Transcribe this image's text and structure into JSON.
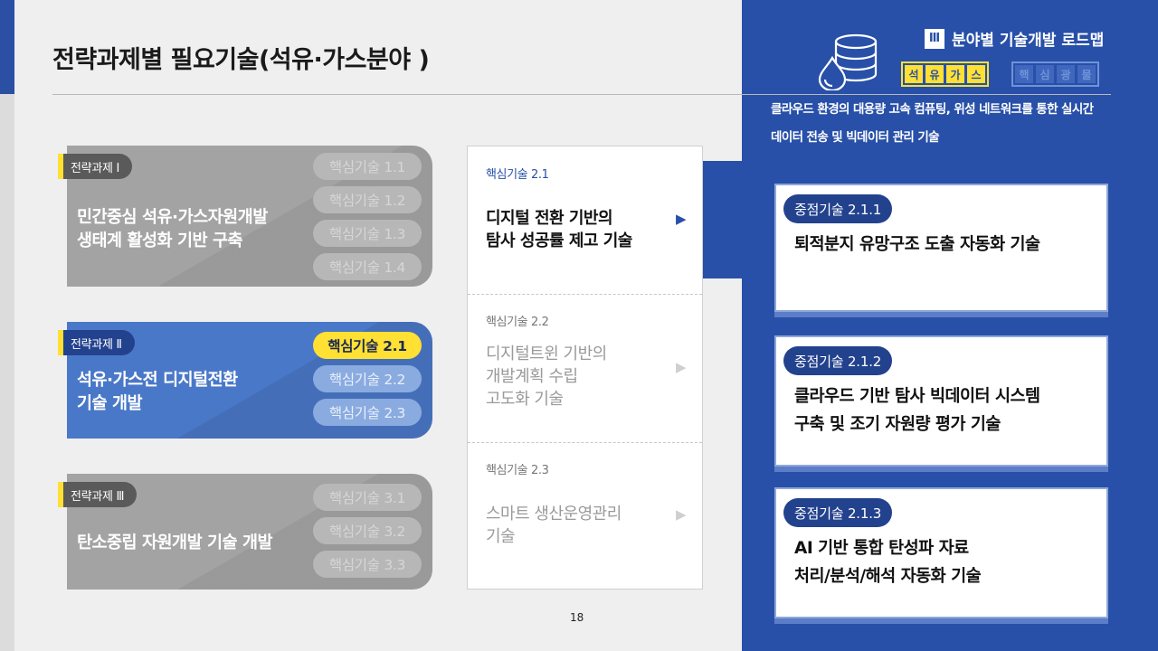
{
  "page": {
    "title": "전략과제별 필요기술(석유·가스분야 )",
    "page_number": "18"
  },
  "header": {
    "roman": "Ⅲ",
    "roadmap_title": "분야별 기술개발 로드맵",
    "active_tag": [
      "석",
      "유",
      "가",
      "스"
    ],
    "inactive_tag": [
      "핵",
      "심",
      "광",
      "물"
    ],
    "description_line1": "클라우드 환경의 대용량 고속 컴퓨팅, 위성 네트워크를 통한 실시간",
    "description_line2": "데이터 전송 및 빅데이터 관리 기술",
    "icon": "oil-drum-icon",
    "colors": {
      "brand_blue": "#2850a8",
      "accent_yellow": "#ffe033"
    }
  },
  "strategies": [
    {
      "label": "전략과제 Ⅰ",
      "title_line1": "민간중심 석유·가스자원개발",
      "title_line2": "생태계 활성화 기반 구축",
      "techs": [
        "핵심기술 1.1",
        "핵심기술 1.2",
        "핵심기술 1.3",
        "핵심기술 1.4"
      ]
    },
    {
      "label": "전략과제 Ⅱ",
      "title_line1": "석유·가스전 디지털전환",
      "title_line2": "기술 개발",
      "techs": [
        "핵심기술 2.1",
        "핵심기술 2.2",
        "핵심기술 2.3"
      ]
    },
    {
      "label": "전략과제 Ⅲ",
      "title_line1": "탄소중립 자원개발 기술 개발",
      "techs": [
        "핵심기술 3.1",
        "핵심기술 3.2",
        "핵심기술 3.3"
      ]
    }
  ],
  "core_techs": [
    {
      "number": "핵심기술 2.1",
      "name_line1": "디지털 전환 기반의",
      "name_line2": "탐사 성공률 제고 기술",
      "arrow": "▶"
    },
    {
      "number": "핵심기술 2.2",
      "name_line1": "디지털트윈 기반의",
      "name_line2": "개발계획 수립",
      "name_line3": "고도화 기술",
      "arrow": "▶"
    },
    {
      "number": "핵심기술 2.3",
      "name_line1": "스마트 생산운영관리",
      "name_line2": "기술",
      "arrow": "▶"
    }
  ],
  "focus_techs": [
    {
      "badge": "중점기술 2.1.1",
      "line1": "퇴적분지 유망구조 도출 자동화 기술"
    },
    {
      "badge": "중점기술 2.1.2",
      "line1": "클라우드 기반 탐사 빅데이터 시스템",
      "line2": "구축 및 조기 자원량 평가 기술"
    },
    {
      "badge": "중점기술 2.1.3",
      "line1": "AI 기반 통합 탄성파 자료",
      "line2": "처리/분석/해석 자동화 기술"
    }
  ]
}
